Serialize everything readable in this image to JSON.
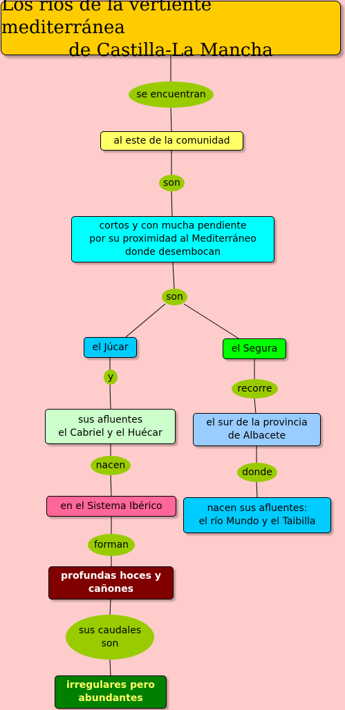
{
  "title": {
    "line1": "Los ríos de la vertiente mediterránea",
    "line2": "de Castilla-La Mancha"
  },
  "nodes": {
    "este": "al este de la comunidad",
    "cortos": "cortos y con mucha pendiente\npor su proximidad al Mediterráneo\ndonde desembocan",
    "jucar": "el Júcar",
    "segura": "el Segura",
    "afluentes_jucar": "sus afluentes\nel Cabriel y el Huécar",
    "sur_albacete": "el sur de la provincia\nde Albacete",
    "sistema_iberico": "en el Sistema Ibérico",
    "afluentes_segura": "nacen sus afluentes:\nel río Mundo y el Taibilla",
    "hoces": "profundas hoces y\ncañones",
    "irregulares": "irregulares pero\nabundantes"
  },
  "links": {
    "se_encuentran": "se encuentran",
    "son_1": "son",
    "son_2": "son",
    "y": "y",
    "recorre": "recorre",
    "nacen": "nacen",
    "donde": "donde",
    "forman": "forman",
    "caudales": "sus caudales\nson"
  },
  "colors": {
    "background": "#ffcccc",
    "title": "#ffcc00",
    "link": "#99cc00",
    "este": "#ffff66",
    "cortos": "#00ffff",
    "jucar": "#00ccff",
    "segura": "#00ff00",
    "afluentes_jucar": "#ccffcc",
    "sur_albacete": "#99ccff",
    "sistema_iberico": "#ff6699",
    "afluentes_segura": "#00ccff",
    "hoces": "#800000",
    "irregulares": "#008000"
  }
}
